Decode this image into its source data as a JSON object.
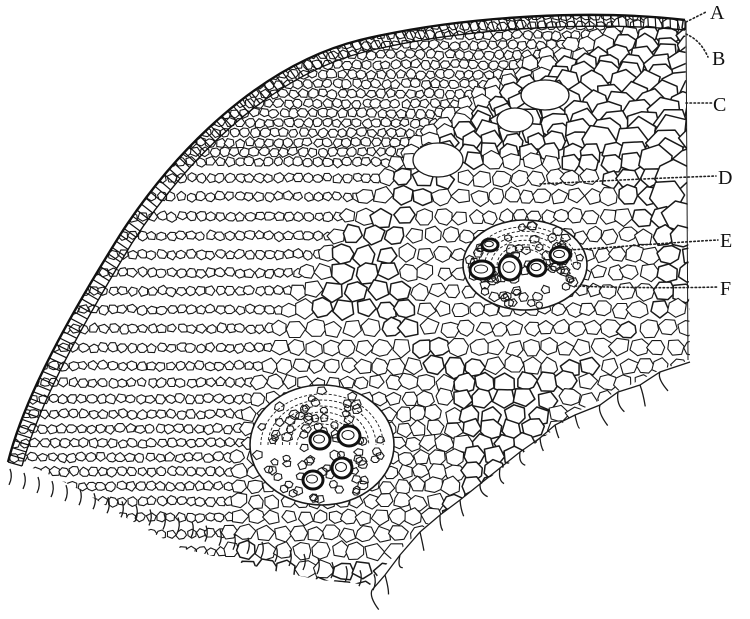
{
  "figure": {
    "labels": [
      {
        "id": "A",
        "text": "A"
      },
      {
        "id": "B",
        "text": "B"
      },
      {
        "id": "C",
        "text": "C"
      },
      {
        "id": "D",
        "text": "D"
      },
      {
        "id": "E",
        "text": "E"
      },
      {
        "id": "F",
        "text": "F"
      }
    ],
    "ink_color": "#111111",
    "paper_color": "#ffffff"
  }
}
